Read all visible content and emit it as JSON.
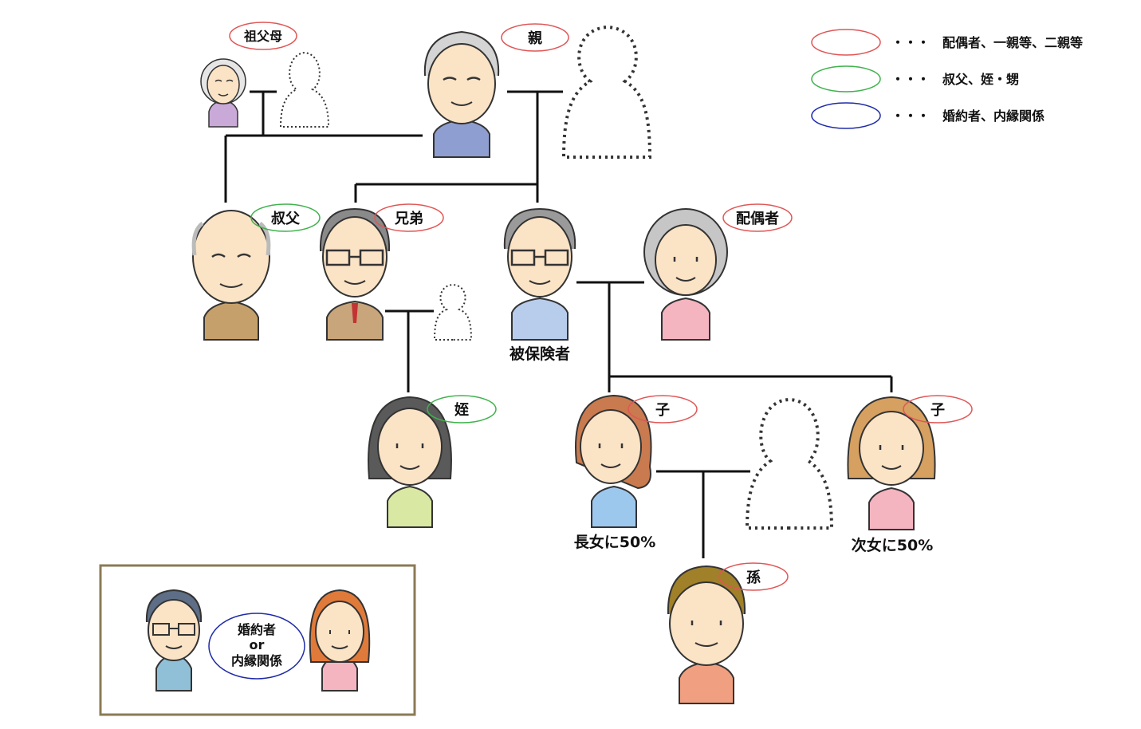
{
  "legend": [
    {
      "text": "・・・　配偶者、一親等、二親等",
      "color": "#e05656"
    },
    {
      "text": "・・・　叔父、姪・甥",
      "color": "#3fb24c"
    },
    {
      "text": "・・・　婚約者、内縁関係",
      "color": "#1e2aa8"
    }
  ],
  "people": {
    "grandmother": {
      "label": "祖父母",
      "ring": "#e05656"
    },
    "parent": {
      "label": "親",
      "ring": "#e05656"
    },
    "uncle": {
      "label": "叔父",
      "ring": "#3fb24c"
    },
    "brother": {
      "label": "兄弟",
      "ring": "#e05656"
    },
    "insured": {
      "caption": "被保険者"
    },
    "spouse": {
      "label": "配偶者",
      "ring": "#e05656"
    },
    "niece": {
      "label": "姪",
      "ring": "#3fb24c"
    },
    "child1": {
      "label": "子",
      "ring": "#e05656",
      "caption": "長女に50%"
    },
    "child2": {
      "label": "子",
      "ring": "#e05656",
      "caption": "次女に50%"
    },
    "grandchild": {
      "label": "孫",
      "ring": "#e05656"
    }
  },
  "partner_box": {
    "line1": "婚約者",
    "line2": "or",
    "line3": "内縁関係",
    "ring": "#1e2aa8",
    "border": "#8b7a55"
  }
}
